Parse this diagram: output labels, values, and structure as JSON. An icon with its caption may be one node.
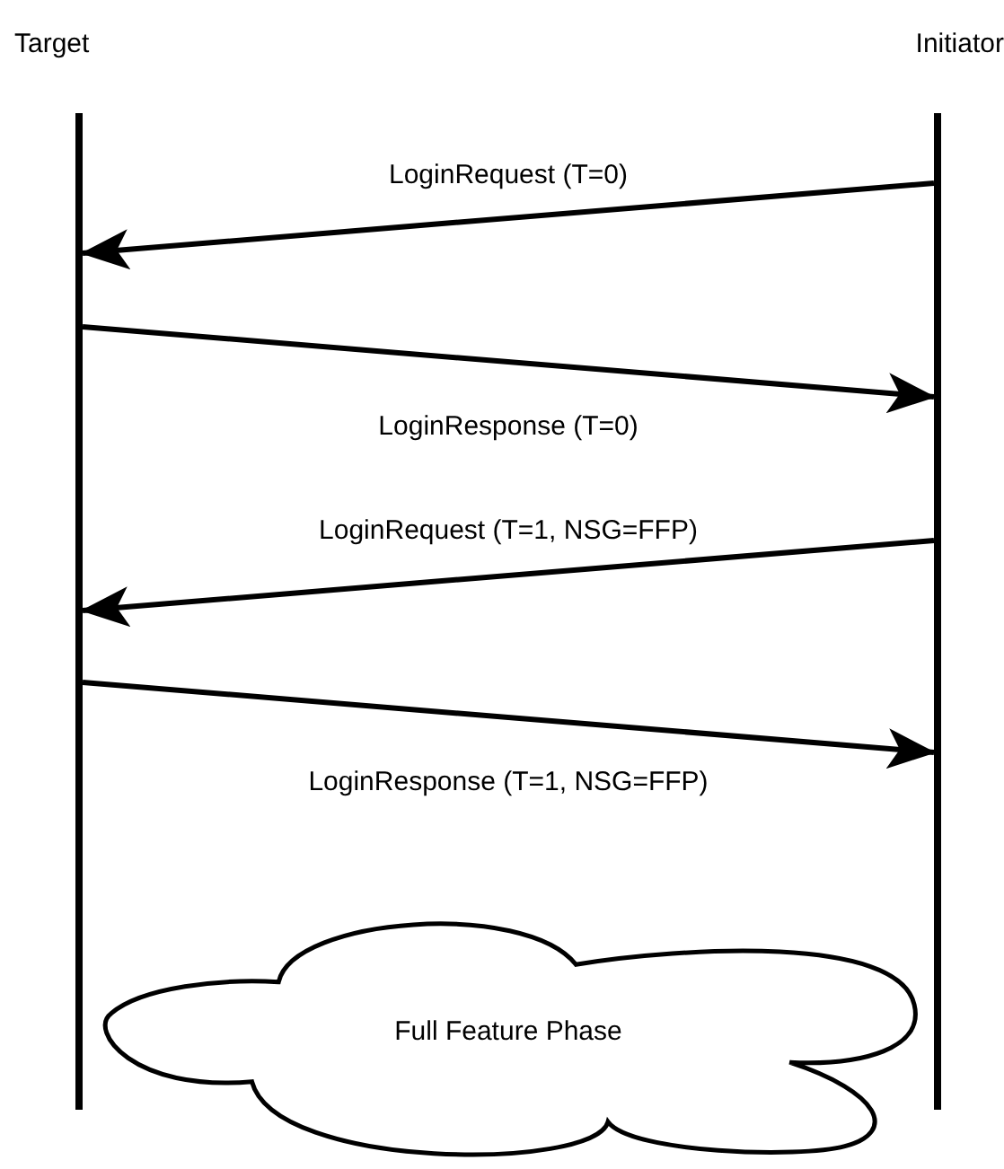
{
  "diagram": {
    "nodes": [
      {
        "text": [
          "Target"
        ]
      },
      {
        "text": [
          "Initiator"
        ]
      },
      {
        "text": [
          "Full Feature Phase"
        ]
      }
    ],
    "edges": [
      {
        "from": 1,
        "to": 0,
        "arrow": "to",
        "label": "LoginRequest (T=0)"
      },
      {
        "from": 0,
        "to": 1,
        "arrow": "to",
        "label": "LoginResponse (T=0)"
      },
      {
        "from": 1,
        "to": 0,
        "arrow": "to",
        "label": "LoginRequest (T=1, NSG=FFP)"
      },
      {
        "from": 0,
        "to": 1,
        "arrow": "to",
        "label": "LoginResponse (T=1, NSG=FFP)"
      }
    ]
  }
}
